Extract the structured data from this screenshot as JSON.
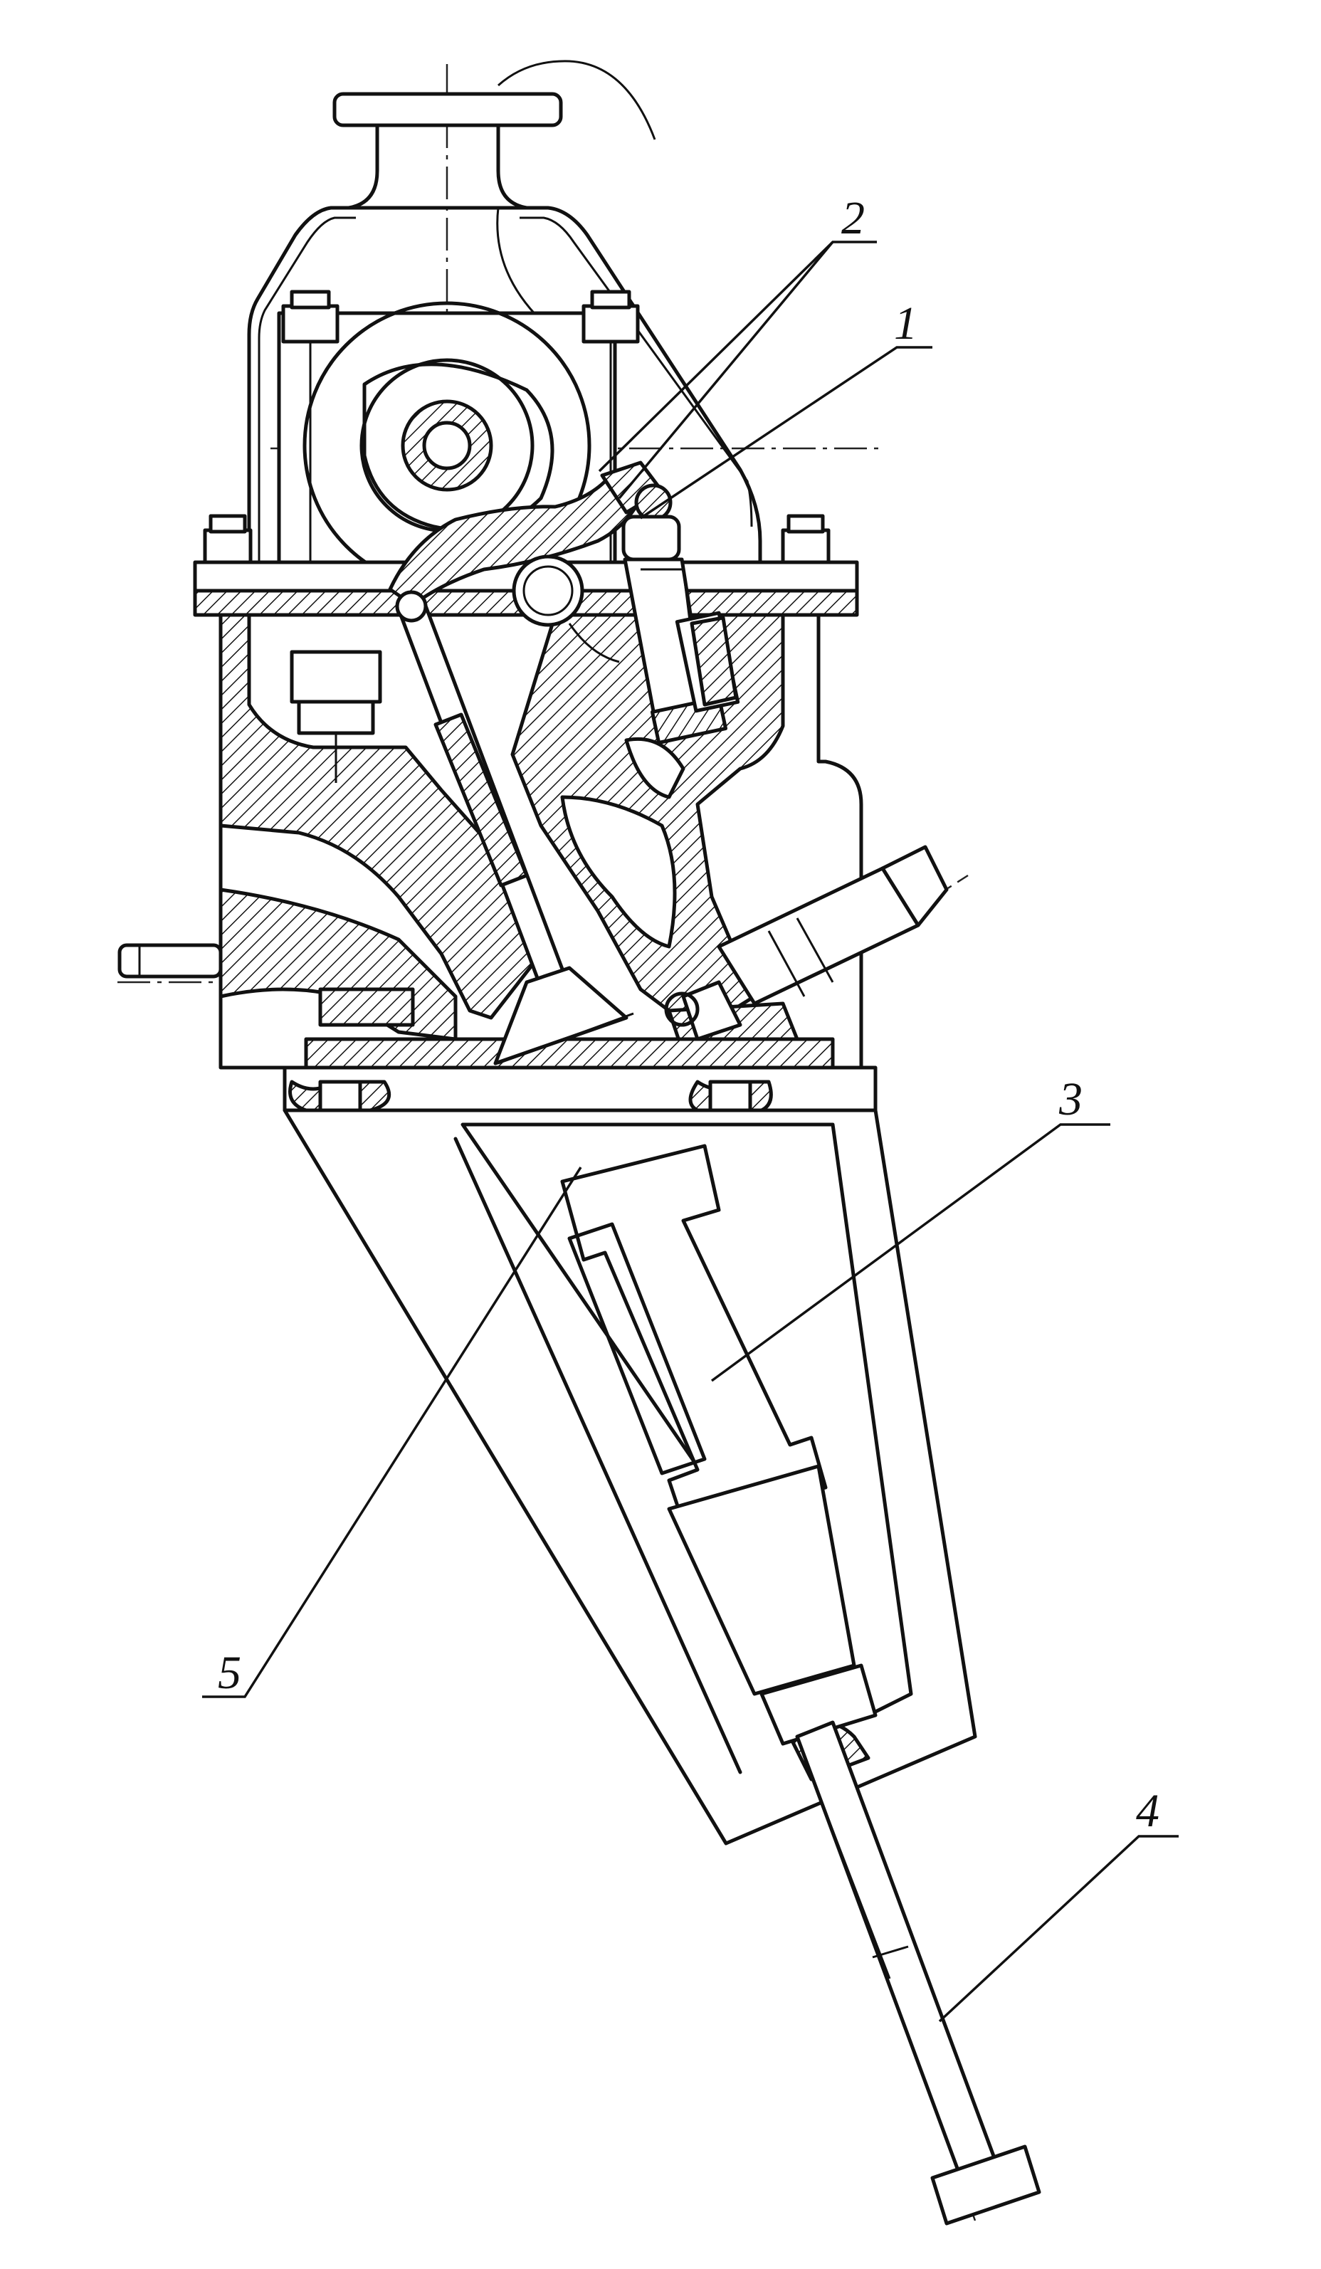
{
  "callouts": {
    "c1": "1",
    "c2": "2",
    "c3": "3",
    "c4": "4",
    "c5": "5"
  },
  "colors": {
    "line": "#111111",
    "background": "#ffffff"
  }
}
